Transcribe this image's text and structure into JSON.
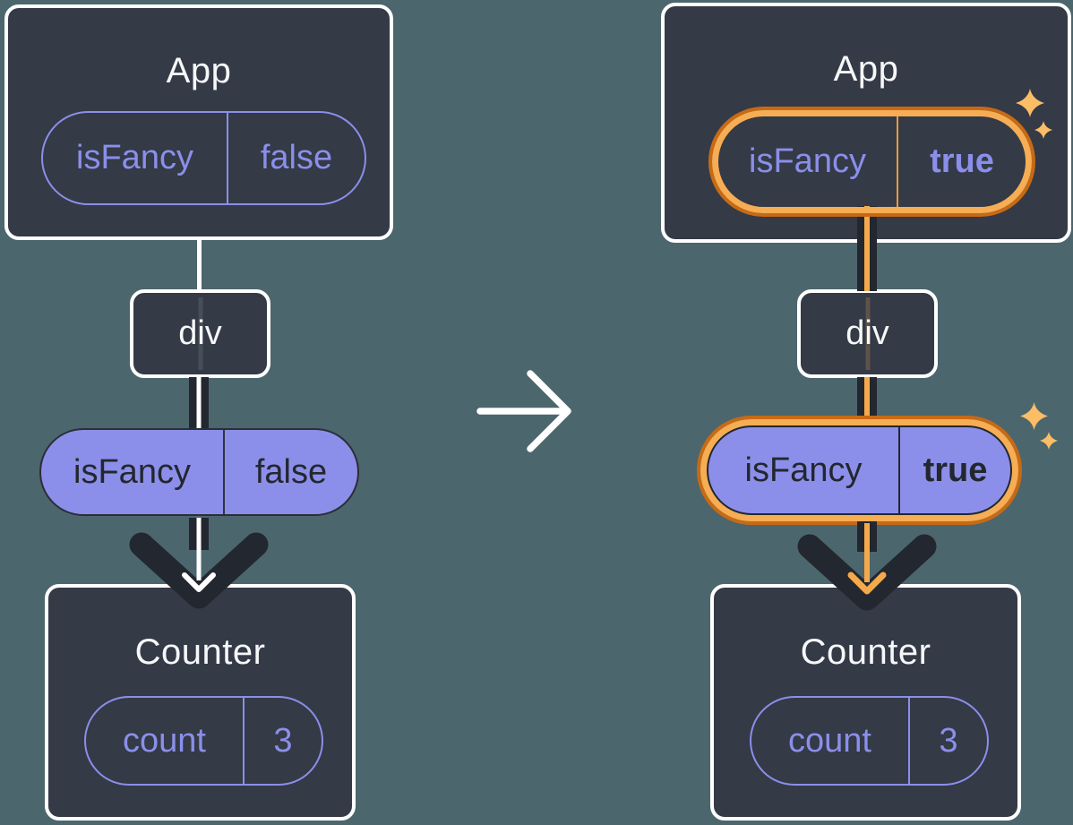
{
  "before": {
    "app": {
      "title": "App",
      "state": {
        "name": "isFancy",
        "value": "false"
      }
    },
    "div": {
      "title": "div"
    },
    "prop": {
      "name": "isFancy",
      "value": "false"
    },
    "counter": {
      "title": "Counter",
      "state": {
        "name": "count",
        "value": "3"
      }
    }
  },
  "after": {
    "app": {
      "title": "App",
      "state": {
        "name": "isFancy",
        "value": "true"
      }
    },
    "div": {
      "title": "div"
    },
    "prop": {
      "name": "isFancy",
      "value": "true"
    },
    "counter": {
      "title": "Counter",
      "state": {
        "name": "count",
        "value": "3"
      }
    }
  },
  "colors": {
    "background": "#4C666E",
    "box_fill": "#343A46",
    "box_border": "#FFFFFF",
    "arrow_dark": "#23272F",
    "purple_text": "#8A8FEA",
    "purple_fill": "#8C8FE9",
    "dark_text": "#23272F",
    "title_text": "#F6F7F9",
    "highlight_ring_dark": "#C76A15",
    "highlight_ring_light": "#F6AD53",
    "highlight_line": "#F5A94B",
    "sparkle": "#FBBE67"
  }
}
